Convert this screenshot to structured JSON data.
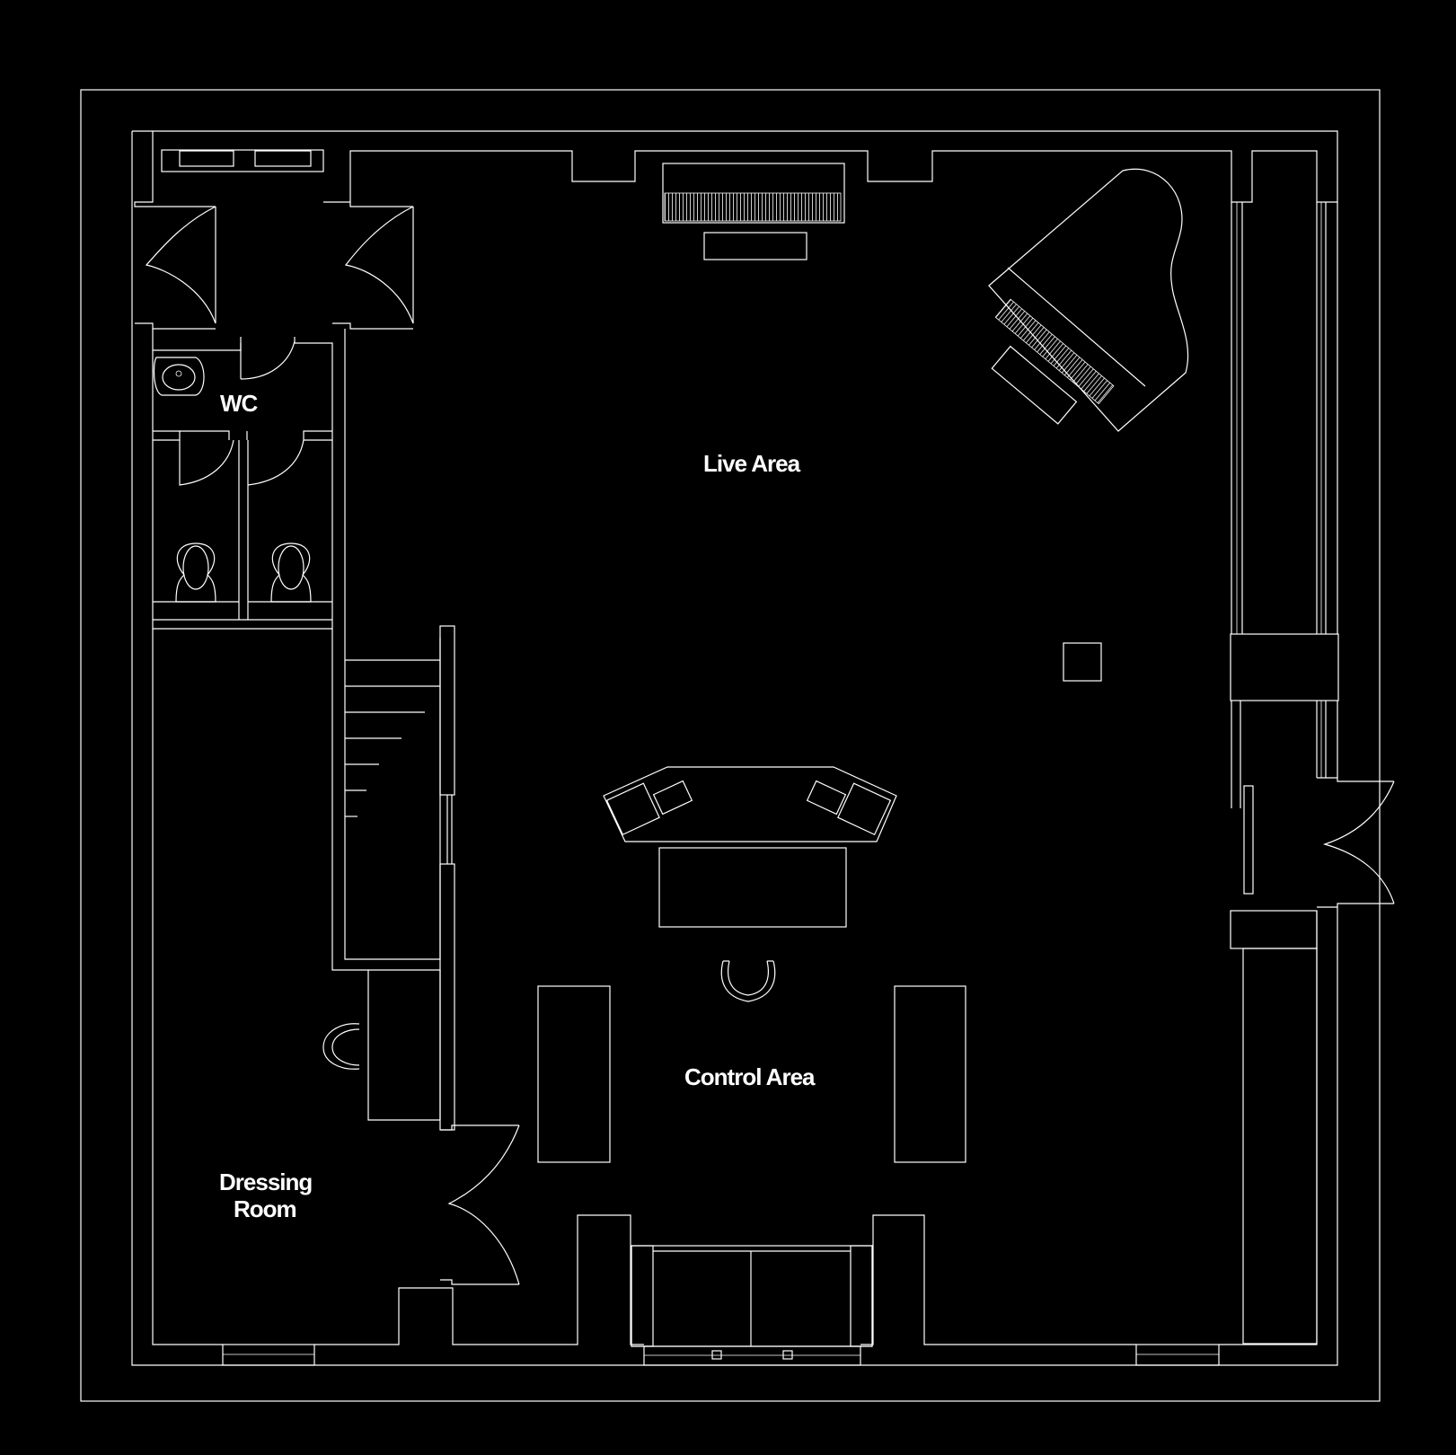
{
  "rooms": {
    "wc": "WC",
    "live_area": "Live Area",
    "control_area": "Control Area",
    "dressing_room_line1": "Dressing",
    "dressing_room_line2": "Room"
  },
  "colors": {
    "background": "#000000",
    "lines": "#ffffff"
  },
  "fixtures": [
    "upright-piano",
    "grand-piano",
    "mixing-console",
    "toilet",
    "sink",
    "chair",
    "sofa",
    "speaker-stand",
    "staircase"
  ]
}
